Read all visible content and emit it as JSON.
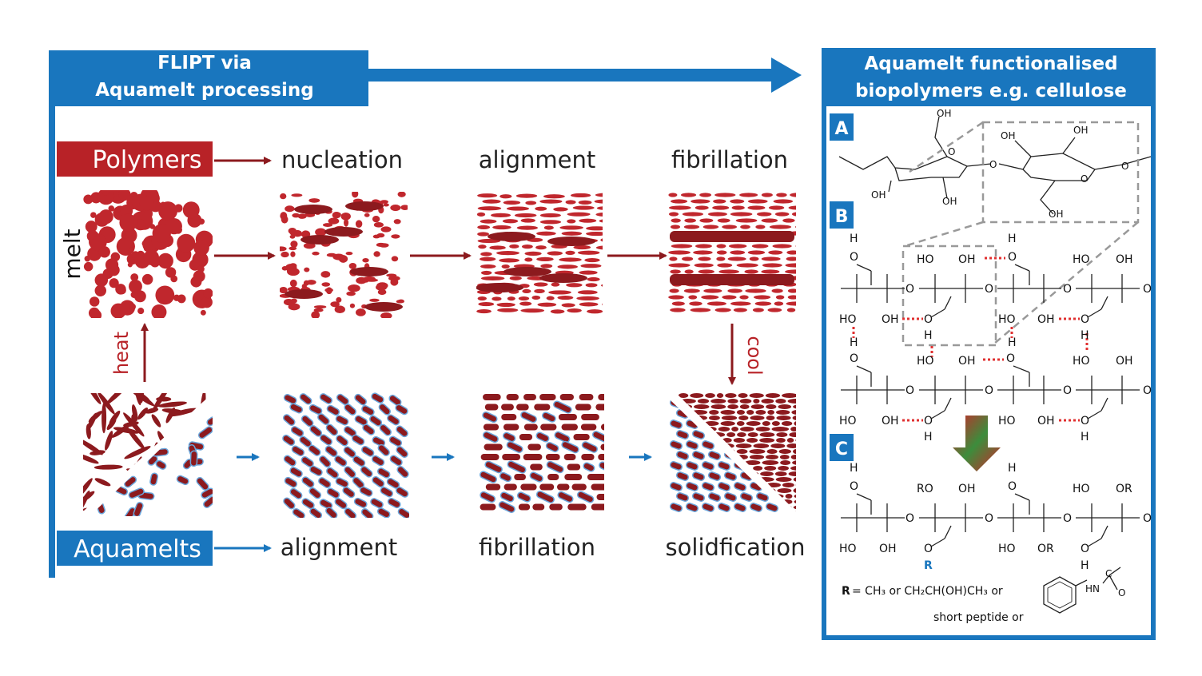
{
  "left_header": {
    "line1": "FLIPT via",
    "line2": "Aquamelt processing"
  },
  "right_header": {
    "line1": "Aquamelt functionalised",
    "line2": "biopolymers e.g. cellulose"
  },
  "rows": {
    "polymers": {
      "label": "Polymers",
      "stages": [
        "nucleation",
        "alignment",
        "fibrillation"
      ]
    },
    "aquamelts": {
      "label": "Aquamelts",
      "stages": [
        "alignment",
        "fibrillation",
        "solidfication"
      ]
    }
  },
  "side_labels": {
    "melt": "melt",
    "heat": "heat",
    "cool": "cool"
  },
  "panels": {
    "a": "A",
    "b": "B",
    "c": "C"
  },
  "chem": {
    "OH": "OH",
    "HO": "HO",
    "O": "O",
    "H": "H",
    "RO": "RO",
    "OR": "OR",
    "R": "R",
    "HN": "HN",
    "C": "C",
    "r_def_1": "= CH₃ or CH₂CH(OH)CH₃ or",
    "r_def_2": "short peptide or"
  },
  "colors": {
    "blue": "#1976be",
    "dark_red": "#8c1a1e",
    "red": "#c0272d",
    "particle_outline": "#6aa5da",
    "hbond": "#e03030"
  }
}
